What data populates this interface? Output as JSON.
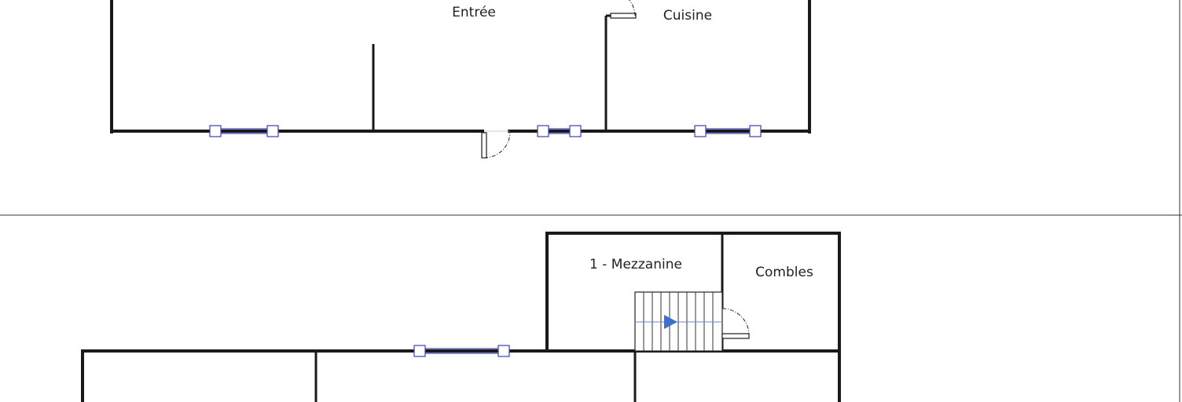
{
  "rooms": {
    "entree": "Entrée",
    "cuisine": "Cuisine",
    "mezzanine": "1 - Mezzanine",
    "combles": "Combles"
  },
  "colors": {
    "wall": "#1a1a1a",
    "window": "#3b3fb8",
    "stair_arrow": "#3d6fd0",
    "frame": "#333333"
  }
}
